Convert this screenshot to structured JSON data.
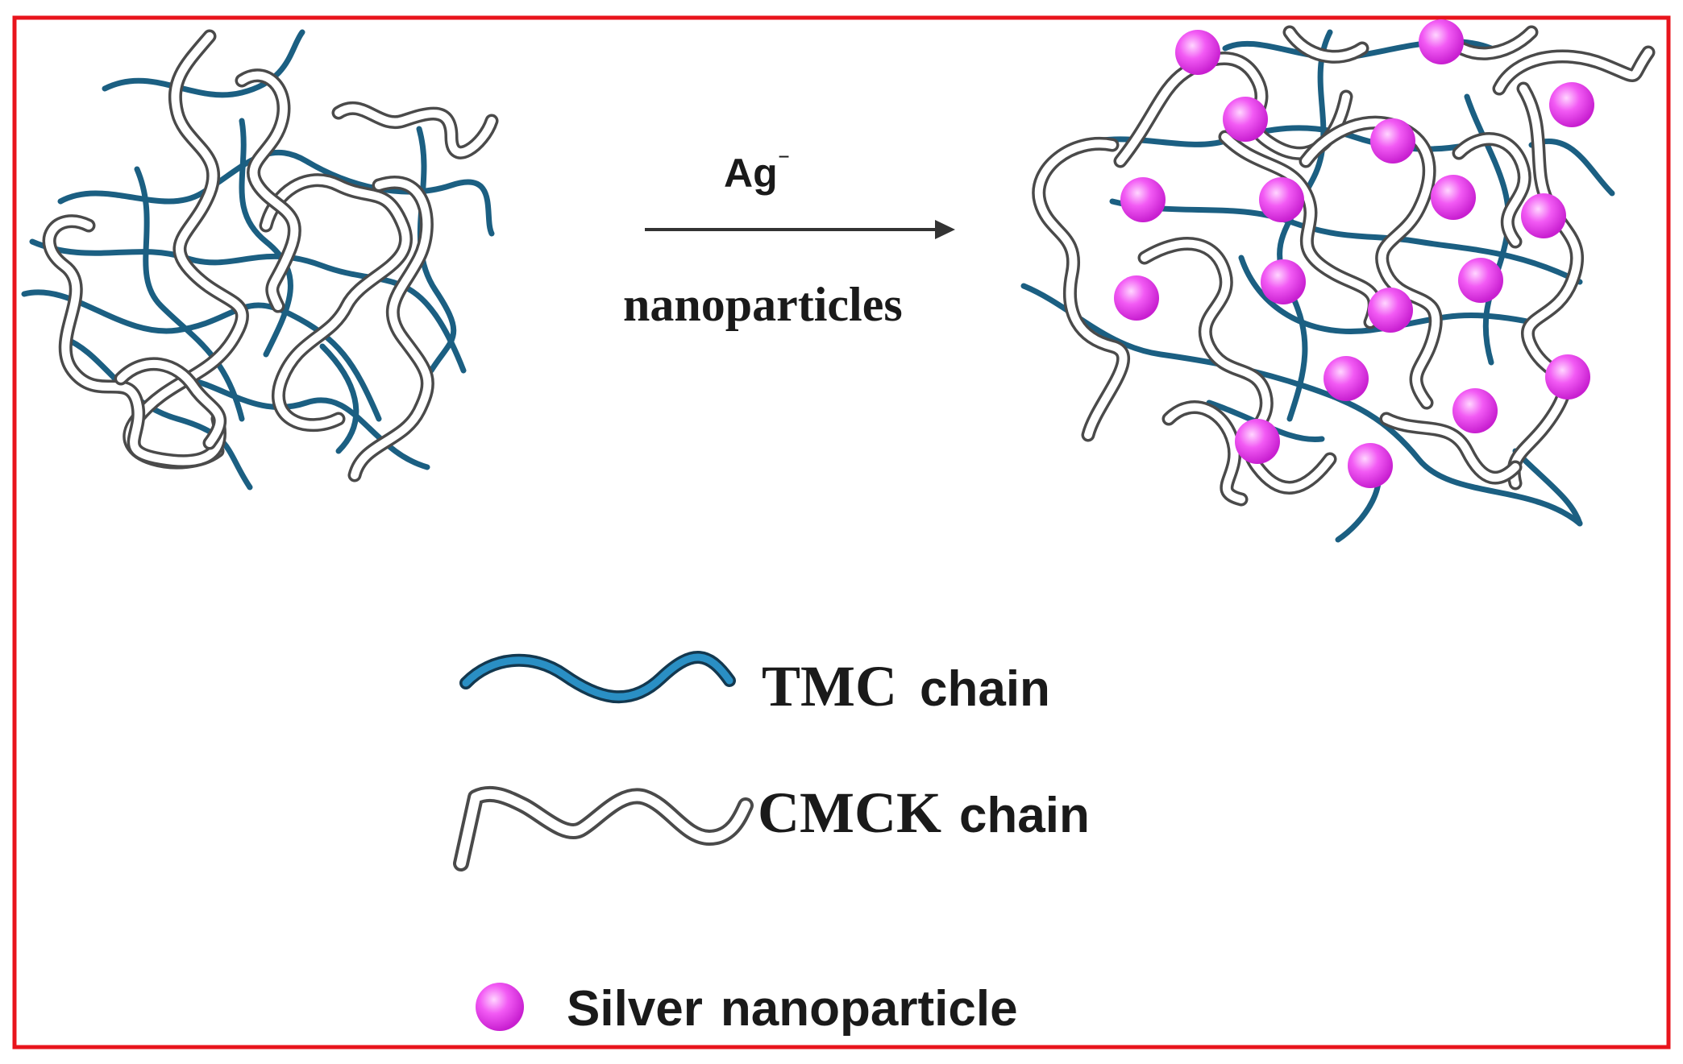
{
  "frame": {
    "border_color": "#e8141c"
  },
  "colors": {
    "tmc": "#1b5f82",
    "tmc_legend": "#2a8fc4",
    "cmck_fill": "#ffffff",
    "cmck_outline": "#4a4a4a",
    "silver": "#ee3df0",
    "silver_highlight": "#ffd3ff",
    "text": "#1a1a1a"
  },
  "reaction": {
    "reagent_label": "Ag",
    "reagent_superscript": "⁻",
    "product_label": "nanoparticles"
  },
  "legend": {
    "tmc_label_a": "TMC",
    "tmc_label_b": "chain",
    "cmck_label_a": "CMCK",
    "cmck_label_b": "chain",
    "silver_label_a": "Silver",
    "silver_label_b": "nanoparticle"
  },
  "icons": {
    "tmc_chain": "wavy-blue-line-icon",
    "cmck_chain": "wavy-tube-icon",
    "silver": "pink-sphere-icon",
    "arrow": "right-arrow-icon"
  }
}
